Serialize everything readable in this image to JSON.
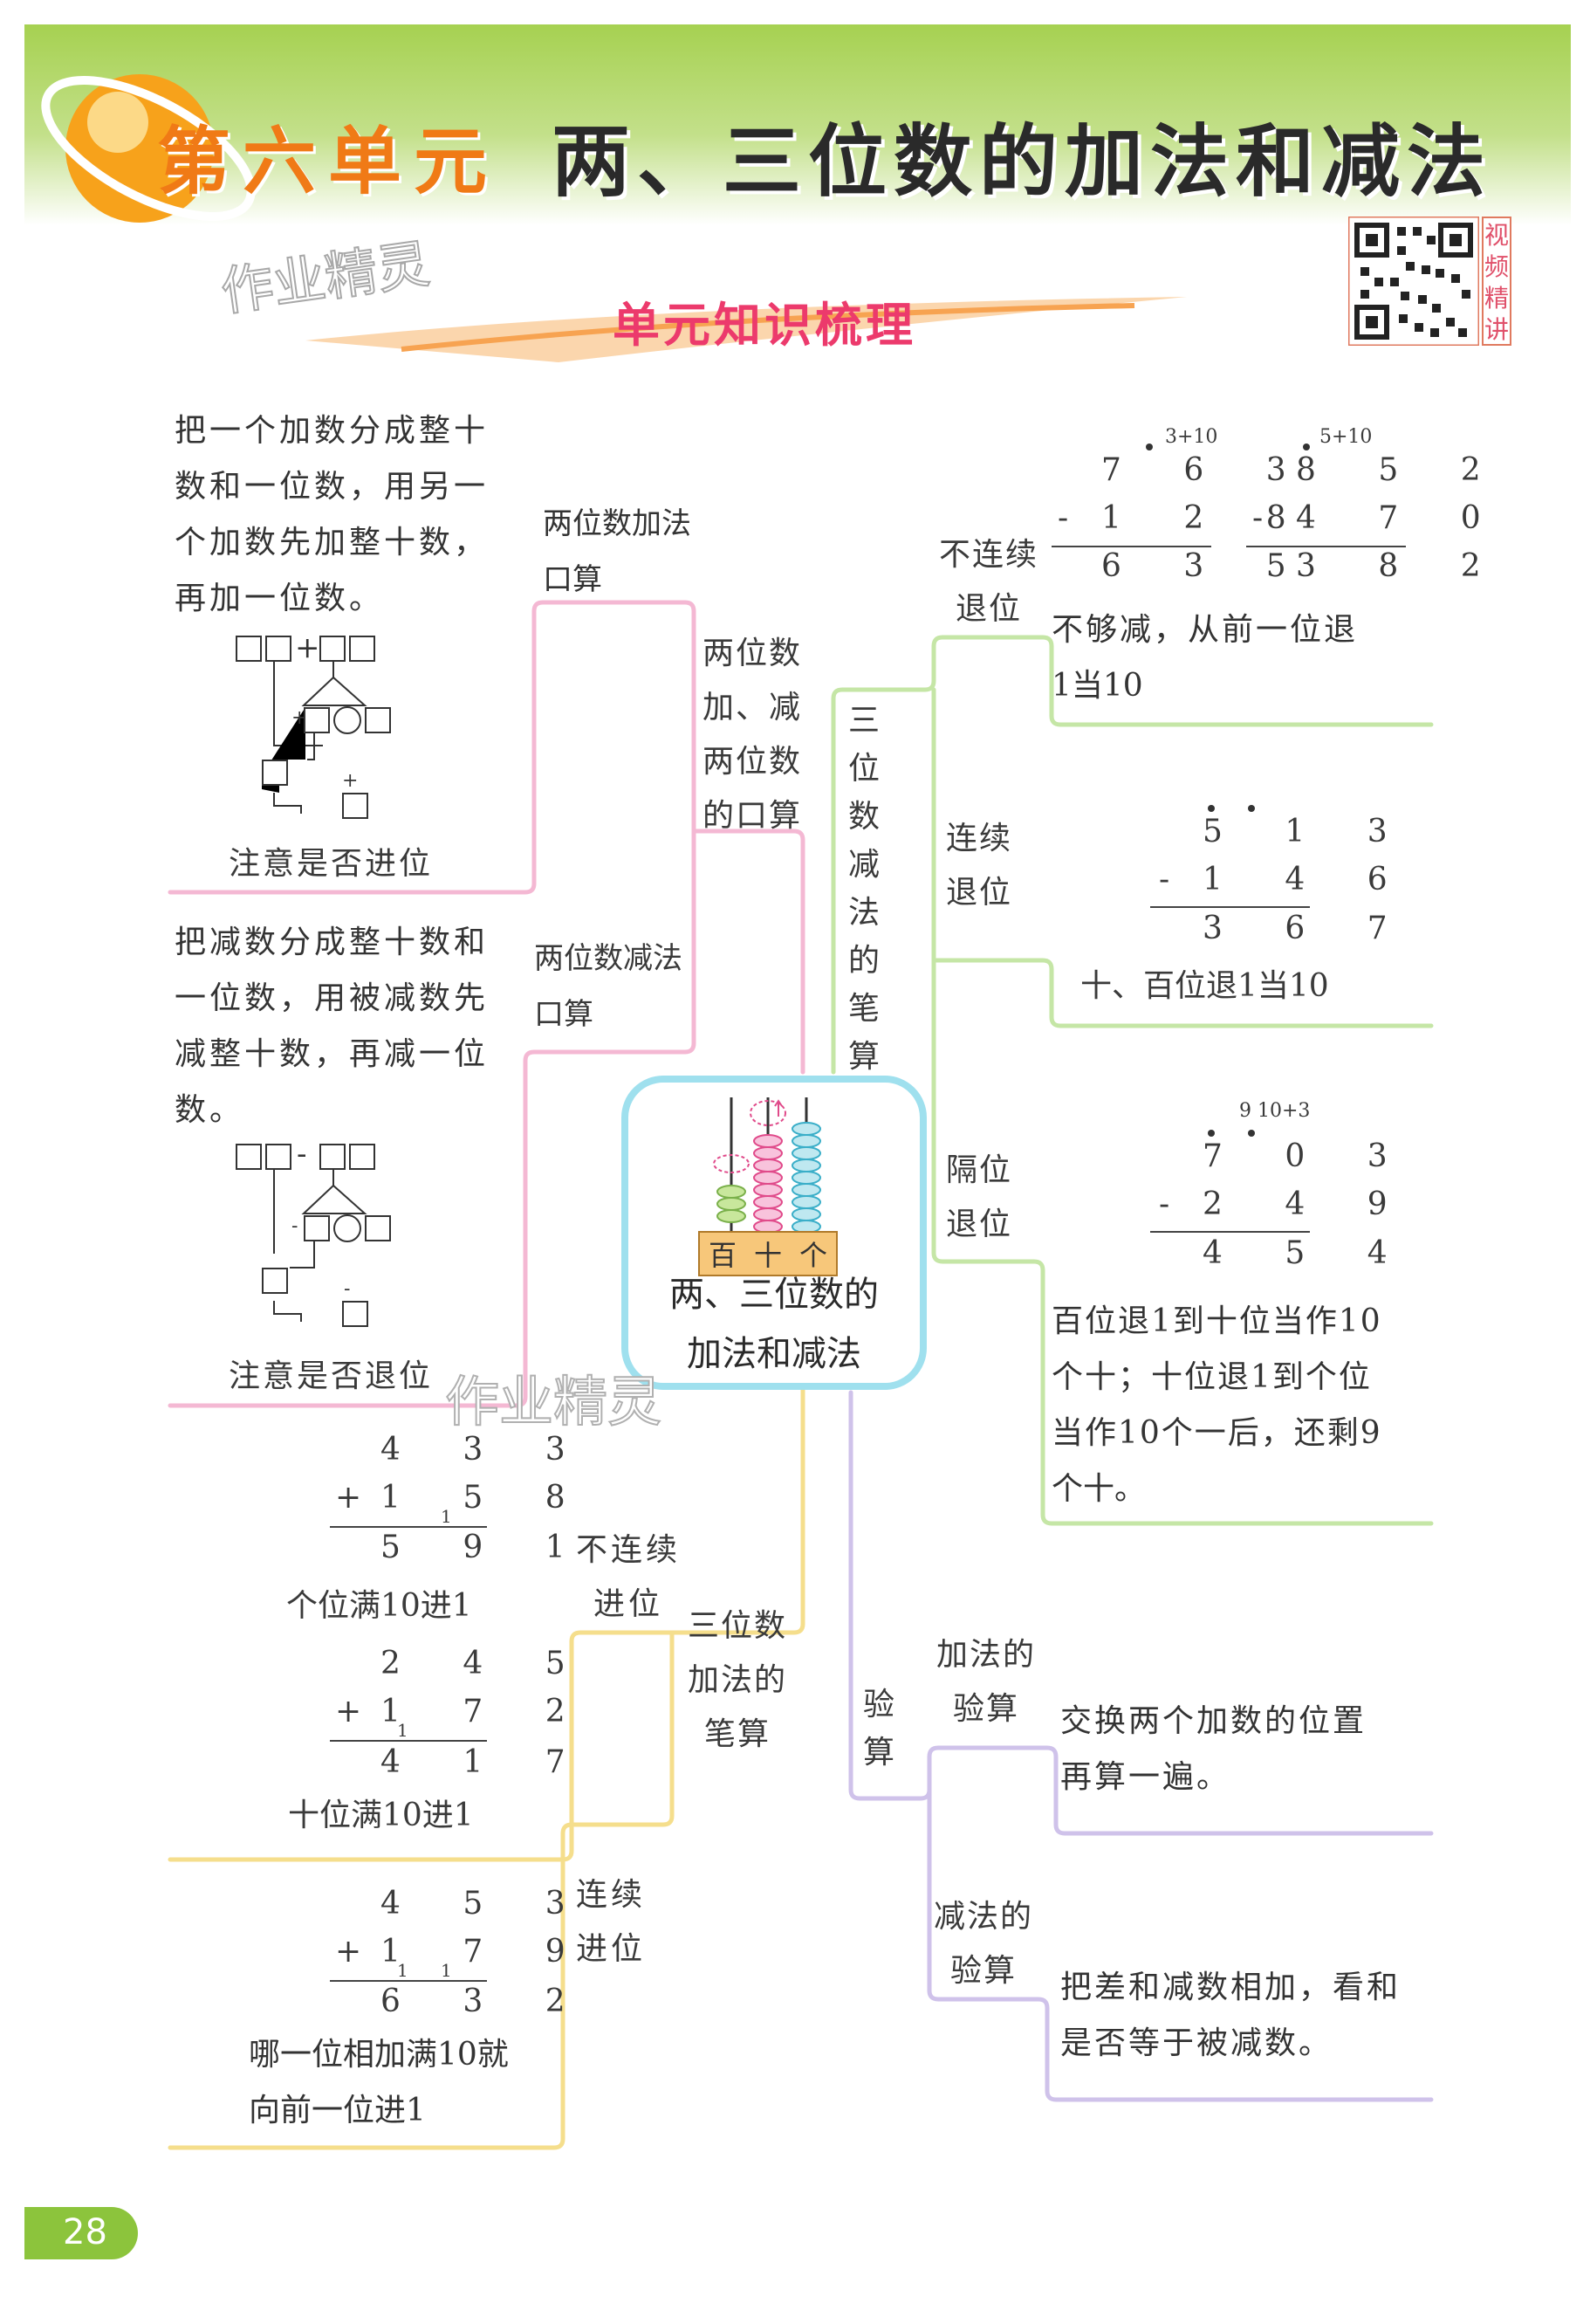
{
  "header": {
    "unit_label": "第六单元",
    "unit_title": "两、三位数的加法和减法",
    "section_title": "单元知识梳理",
    "video_label": "视频精讲",
    "watermark": "作业精灵"
  },
  "center": {
    "abacus_labels": [
      "百",
      "十",
      "个"
    ],
    "title_line1": "两、三位数的",
    "title_line2": "加法和减法"
  },
  "left": {
    "oral_add": {
      "label": "两位数加法口算",
      "desc": [
        "把一个加数分成整十",
        "数和一位数，用另一",
        "个加数先加整十数，",
        "再加一位数。"
      ],
      "note": "注意是否进位"
    },
    "oral_sub": {
      "label": "两位数减法口算",
      "desc": [
        "把减数分成整十数和",
        "一位数，用被减数先",
        "减整十数，再减一位",
        "数。"
      ],
      "note": "注意是否退位"
    },
    "oral_group": "两位数加、减两位数的口算",
    "written_add": {
      "label": "三位数加法的笔算",
      "noncontinuous": {
        "label": "不连续进位",
        "ex1": {
          "top": "4 3 3",
          "bottom": "1 5 8",
          "result": "5 9 1",
          "note": "个位满10进1"
        },
        "ex2": {
          "top": "2 4 5",
          "bottom": "1 7 2",
          "result": "4 1 7",
          "note": "十位满10进1"
        }
      },
      "continuous": {
        "label": "连续进位",
        "ex": {
          "top": "4 5 3",
          "bottom": "1 7 9",
          "result": "6 3 2"
        },
        "note": [
          "哪一位相加满10就",
          "向前一位进1"
        ]
      }
    }
  },
  "right": {
    "written_sub_label": "三位数减法的笔算",
    "noncontinuous": {
      "label": "不连续退位",
      "ex1": {
        "sup": "3+10",
        "top": "7 6 3",
        "bottom": "1 2 8",
        "result": "6 3 5"
      },
      "ex2": {
        "sup": "5+10",
        "top": "8 5 2",
        "bottom": "4 7 0",
        "result": "3 8 2"
      },
      "note": [
        "不够减，从前一位退",
        "1当10"
      ]
    },
    "continuous": {
      "label": "连续退位",
      "ex": {
        "top": "5 1 3",
        "bottom": "1 4 6",
        "result": "3 6 7"
      },
      "note": "十、百位退1当10"
    },
    "skip": {
      "label": "隔位退位",
      "ex": {
        "sup": "9 10+3",
        "top": "7 0 3",
        "bottom": "2 4 9",
        "result": "4 5 4"
      },
      "note": [
        "百位退1到十位当作10",
        "个十；十位退1到个位",
        "当作10个一后，还剩9",
        "个十。"
      ]
    },
    "check": {
      "label": "验算",
      "add_label": "加法的验算",
      "add_desc": [
        "交换两个加数的位置",
        "再算一遍。"
      ],
      "sub_label": "减法的验算",
      "sub_desc": [
        "把差和减数相加，看和",
        "是否等于被减数。"
      ]
    }
  },
  "diagram_symbols": {
    "plus": "+",
    "minus": "-"
  },
  "footer": {
    "page_number": "28"
  },
  "colors": {
    "pink": "#f4b8d3",
    "green": "#c5e6a6",
    "yellow": "#f5de8c",
    "purple": "#cfc2ea",
    "blue_frame": "#9fe0ee",
    "header_green": "#8cc43c",
    "orange": "#f08a1e"
  }
}
